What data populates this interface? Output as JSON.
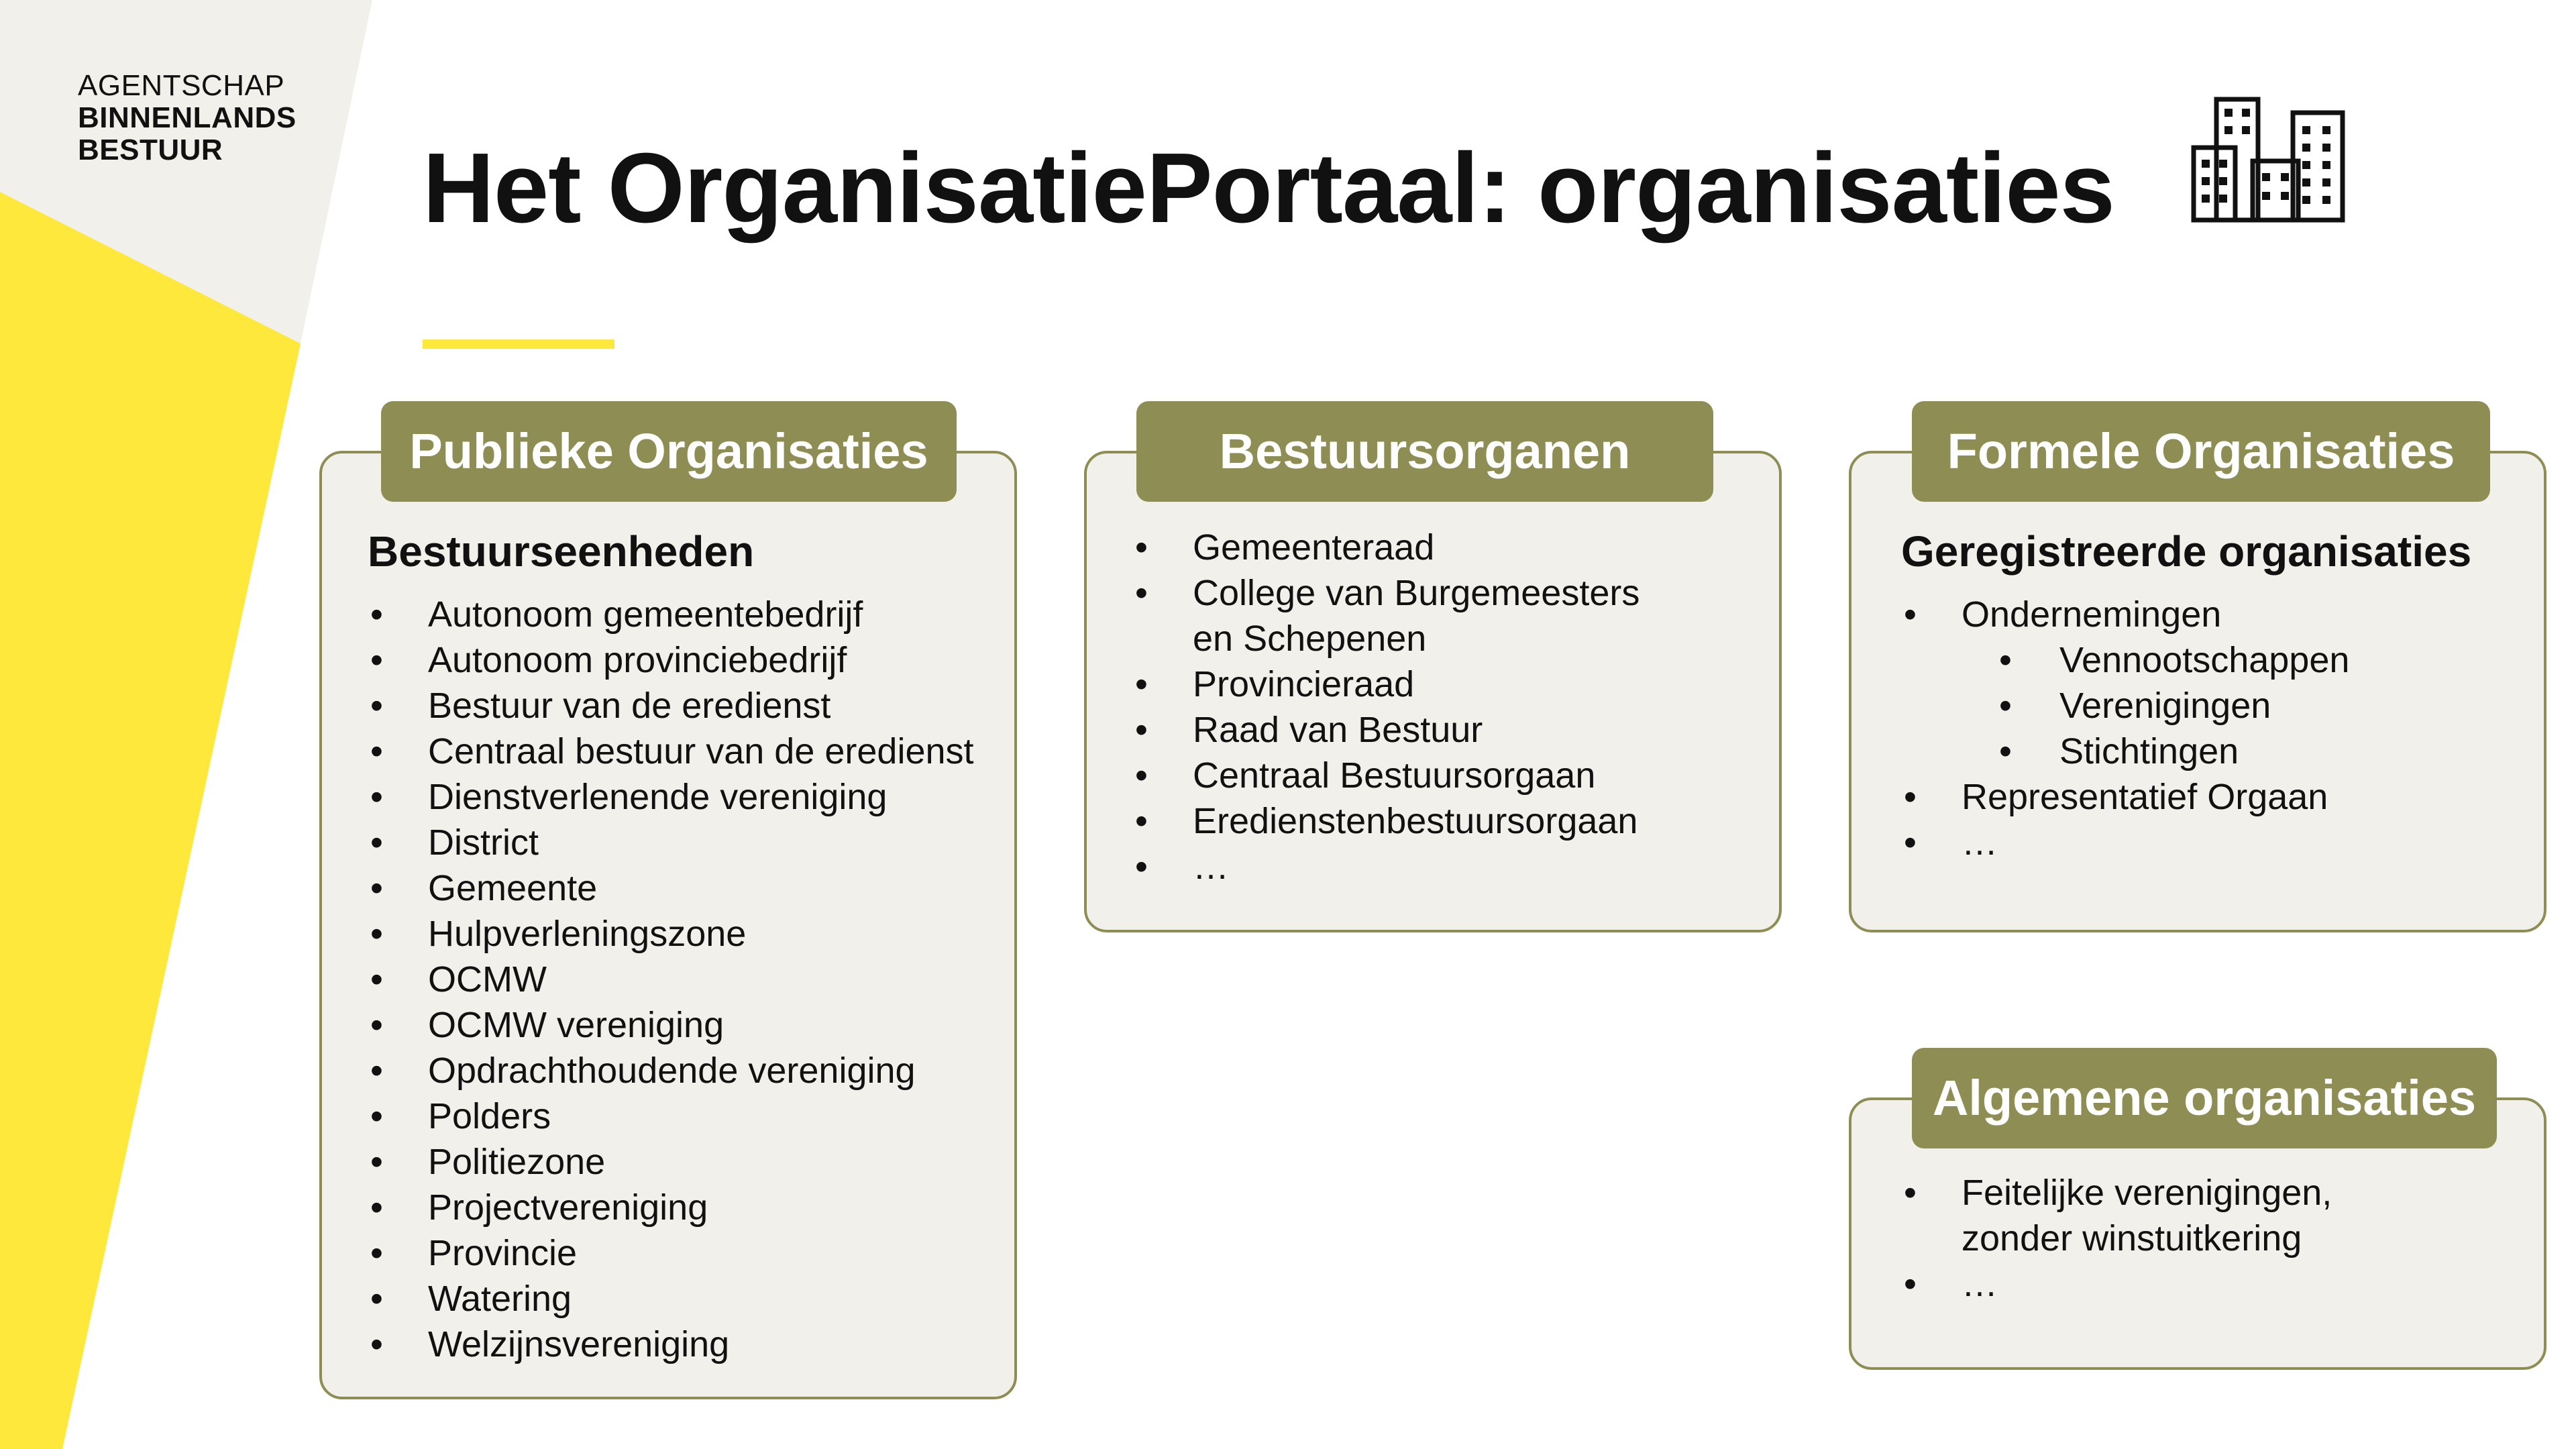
{
  "logo": {
    "line1": "AGENTSCHAP",
    "line2": "BINNENLANDS",
    "line3": "BESTUUR"
  },
  "title": "Het OrganisatiePortaal: organisaties",
  "icon": "office-buildings-icon",
  "colors": {
    "accent_yellow": "#fee83b",
    "card_olive": "#8e8e54",
    "card_background": "#f1f0ea",
    "corner_grey": "#f1f0ea"
  },
  "cards": {
    "publieke": {
      "header": "Publieke Organisaties",
      "heading": "Bestuurseenheden",
      "items": [
        "Autonoom gemeentebedrijf",
        "Autonoom provinciebedrijf",
        "Bestuur van de eredienst",
        "Centraal bestuur van de eredienst",
        "Dienstverlenende vereniging",
        "District",
        "Gemeente",
        "Hulpverleningszone",
        "OCMW",
        "OCMW vereniging",
        "Opdrachthoudende vereniging",
        "Polders",
        "Politiezone",
        "Projectvereniging",
        "Provincie",
        "Watering",
        "Welzijnsvereniging"
      ]
    },
    "bestuursorganen": {
      "header": "Bestuursorganen",
      "items": [
        "Gemeenteraad",
        "College van Burgemeesters",
        "en Schepenen",
        "Provincieraad",
        "Raad van Bestuur",
        "Centraal Bestuursorgaan",
        "Eredienstenbestuursorgaan",
        "…"
      ]
    },
    "formele": {
      "header": "Formele Organisaties",
      "heading": "Geregistreerde organisaties",
      "items": [
        "Ondernemingen",
        "Vennootschappen",
        "Verenigingen",
        "Stichtingen",
        "Representatief Orgaan",
        "…"
      ]
    },
    "algemene": {
      "header": "Algemene organisaties",
      "items": [
        "Feitelijke verenigingen,",
        "zonder winstuitkering",
        "…"
      ]
    }
  }
}
